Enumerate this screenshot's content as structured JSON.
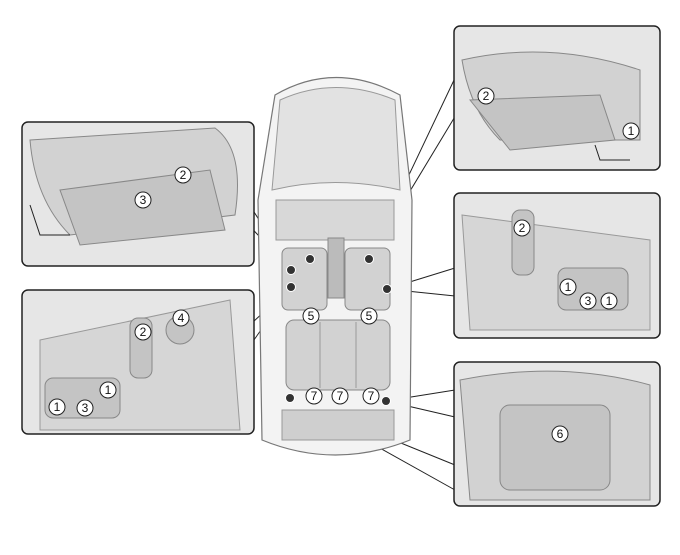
{
  "labels": {
    "tl_2": "2",
    "tl_3": "3",
    "ml_4": "4",
    "ml_2": "2",
    "ml_1a": "1",
    "ml_1b": "1",
    "ml_3": "3",
    "tr_2": "2",
    "tr_1": "1",
    "mr_2": "2",
    "mr_1a": "1",
    "mr_3": "3",
    "mr_1b": "1",
    "br_6": "6",
    "car_5a": "5",
    "car_5b": "5",
    "car_7a": "7",
    "car_7b": "7",
    "car_7c": "7"
  }
}
